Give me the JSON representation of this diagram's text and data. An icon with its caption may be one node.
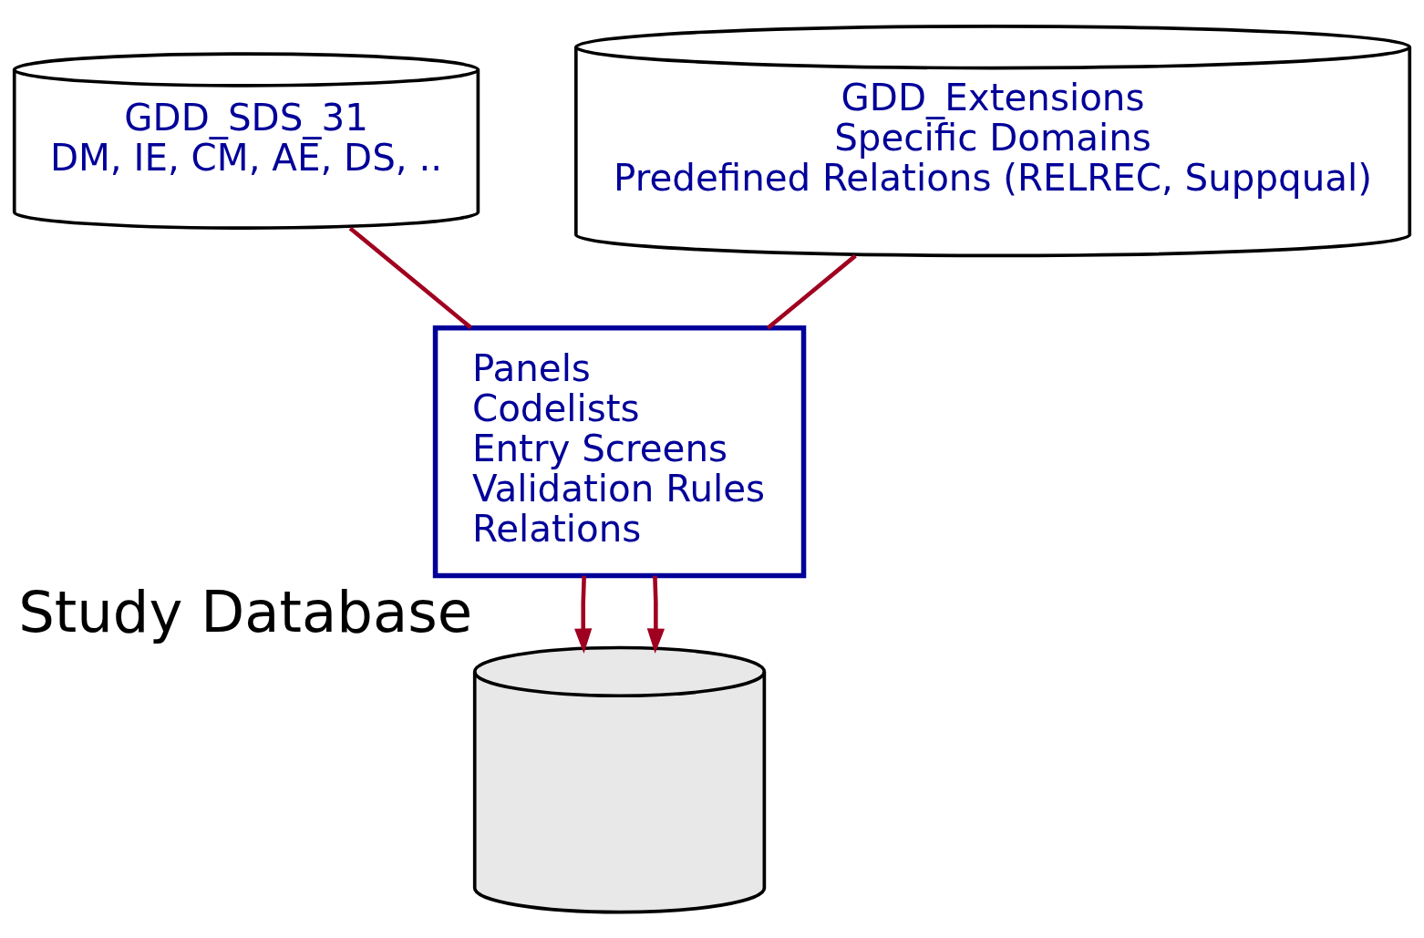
{
  "diagram": {
    "nodes": [
      {
        "text": [
          "GDD_SDS_31",
          "DM, IE, CM, AE, DS, .."
        ]
      },
      {
        "text": [
          "GDD_Extensions",
          "Specific Domains",
          "Predefined Relations (RELREC, Suppqual)"
        ]
      },
      {
        "text": [
          "Panels",
          "Codelists",
          "Entry Screens",
          "Validation Rules",
          "Relations"
        ]
      },
      {
        "text": [],
        "shape": "cylinder",
        "beside": [
          "Study Database"
        ]
      }
    ],
    "edges": [
      {
        "from": 0,
        "to": 2,
        "arrow": "none"
      },
      {
        "from": 1,
        "to": 2,
        "arrow": "none"
      },
      {
        "from": 2,
        "to": 3,
        "arrow": "to"
      },
      {
        "from": 2,
        "to": 3,
        "arrow": "to"
      }
    ]
  }
}
